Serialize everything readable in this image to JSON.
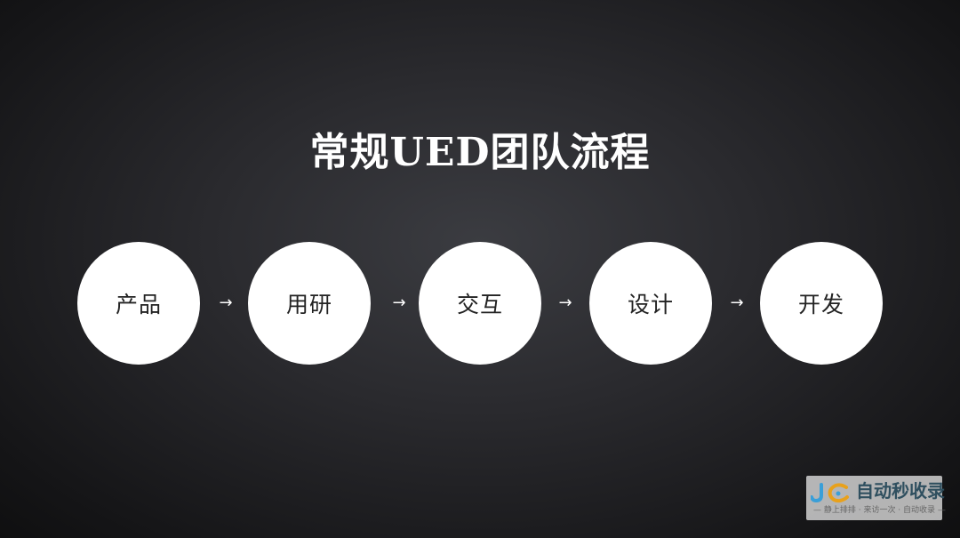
{
  "title": "常规UED团队流程",
  "steps": [
    {
      "label": "产品"
    },
    {
      "label": "用研"
    },
    {
      "label": "交互"
    },
    {
      "label": "设计"
    },
    {
      "label": "开发"
    }
  ],
  "arrow_glyph": "→",
  "watermark": {
    "text": "自动秒收录",
    "subtext": "— 静上排排 · 来访一次 · 自动收录 —",
    "logo_icon": "jc-logo-icon"
  },
  "colors": {
    "node_fill": "#ffffff",
    "text_on_dark": "#ffffff",
    "text_on_node": "#222222"
  }
}
